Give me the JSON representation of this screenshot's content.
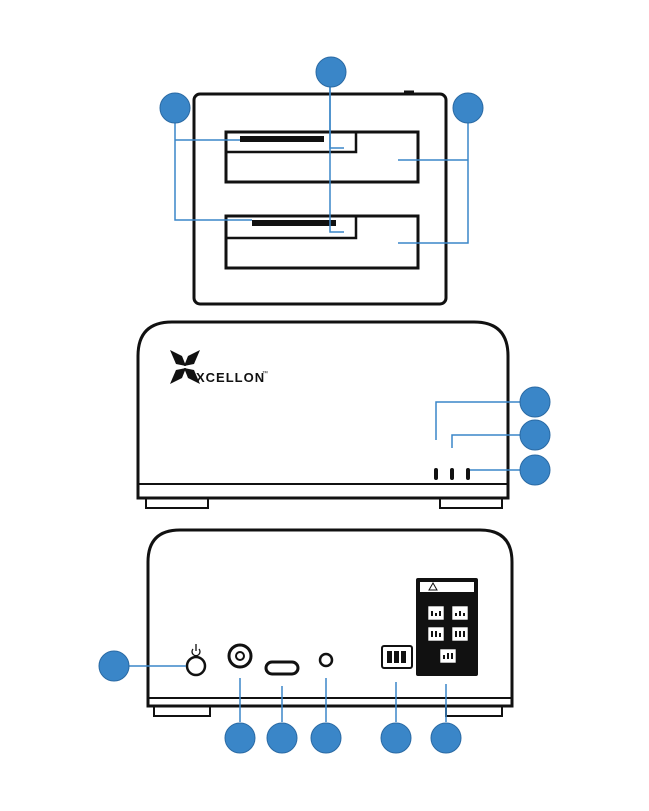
{
  "brand": {
    "name": "XCELLON",
    "trademark": "™"
  },
  "callouts": [
    {
      "id": "top-center"
    },
    {
      "id": "top-left"
    },
    {
      "id": "top-right"
    },
    {
      "id": "front-right-1"
    },
    {
      "id": "front-right-2"
    },
    {
      "id": "front-right-3"
    },
    {
      "id": "rear-left-power"
    },
    {
      "id": "rear-bottom-dc"
    },
    {
      "id": "rear-bottom-usbc"
    },
    {
      "id": "rear-bottom-button"
    },
    {
      "id": "rear-bottom-dip"
    },
    {
      "id": "rear-bottom-label"
    }
  ],
  "colors": {
    "callout": "#3a86c8",
    "callout_stroke": "#2a6aa4",
    "line_art": "#111111",
    "leader": "#3a86c8"
  },
  "icons": [
    "power-icon",
    "warning-icon",
    "dip-switch-icon"
  ]
}
